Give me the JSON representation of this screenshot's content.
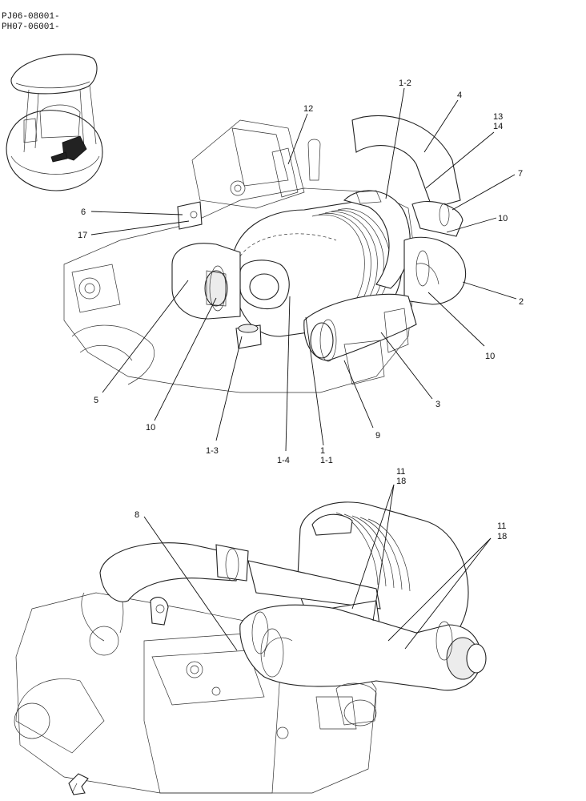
{
  "serials": [
    "PJ06-08001-",
    "PH07-06001-"
  ],
  "callouts_upper": {
    "c1_2": "1-2",
    "c4": "4",
    "c12": "12",
    "c13": "13",
    "c14": "14",
    "c7": "7",
    "c6": "6",
    "c17": "17",
    "c10a": "10",
    "c2": "2",
    "c10b": "10",
    "c3": "3",
    "c5": "5",
    "c10c": "10",
    "c9": "9",
    "c1_3": "1-3",
    "c1": "1",
    "c1_1": "1-1",
    "c1_4": "1-4"
  },
  "callouts_lower": {
    "c11a": "11",
    "c18a": "18",
    "c8": "8",
    "c11b": "11",
    "c18b": "18"
  }
}
